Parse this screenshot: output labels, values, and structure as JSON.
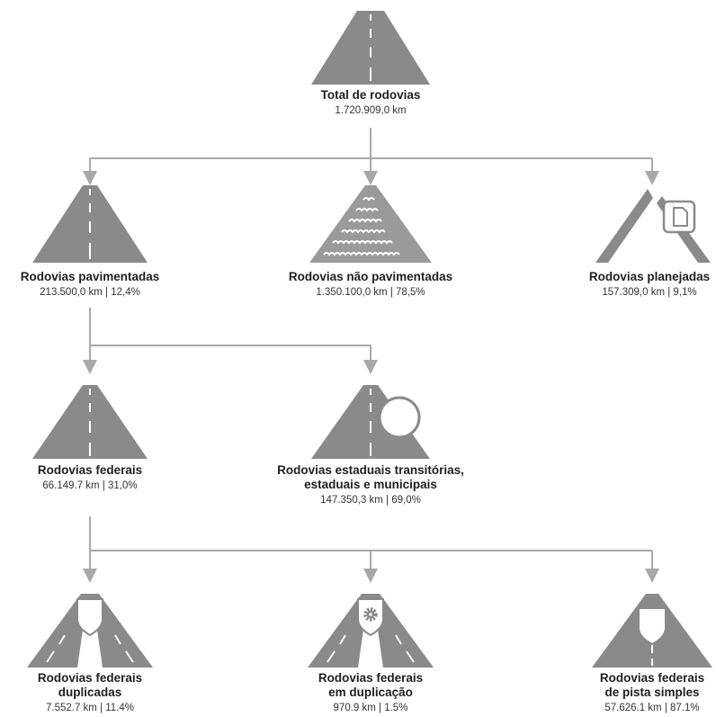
{
  "colors": {
    "road": "#8a8a8a",
    "connector": "#a8a8a8",
    "marking": "#ffffff"
  },
  "nodes": {
    "total": {
      "title": "Total de rodovias",
      "value": "1.720.909,0 km",
      "icon": "paved-road-icon"
    },
    "pavimentadas": {
      "title": "Rodovias pavimentadas",
      "value": "213.500,0 km | 12,4%",
      "icon": "paved-road-icon"
    },
    "nao_pavimentadas": {
      "title": "Rodovias não pavimentadas",
      "value": "1.350.100,0 km | 78,5%",
      "icon": "unpaved-road-icon"
    },
    "planejadas": {
      "title": "Rodovias planejadas",
      "value": "157.309,0 km | 9,1%",
      "icon": "planned-road-icon"
    },
    "federais": {
      "title": "Rodovias federais",
      "value": "66.149.7 km | 31,0%",
      "icon": "paved-road-icon"
    },
    "estaduais": {
      "title_line1": "Rodovias estaduais transitórias,",
      "title_line2": "estaduais e municipais",
      "value": "147.350,3 km | 69,0%",
      "icon": "state-road-icon"
    },
    "duplicadas": {
      "title_line1": "Rodovias federais",
      "title_line2": "duplicadas",
      "value": "7.552.7 km | 11.4%",
      "icon": "divided-highway-icon"
    },
    "em_duplicacao": {
      "title_line1": "Rodovias federais",
      "title_line2": "em duplicação",
      "value": "970.9 km | 1.5%",
      "icon": "highway-under-construction-icon"
    },
    "pista_simples": {
      "title_line1": "Rodovias federais",
      "title_line2": "de pista simples",
      "value": "57.626.1 km | 87.1%",
      "icon": "single-lane-highway-icon"
    }
  }
}
